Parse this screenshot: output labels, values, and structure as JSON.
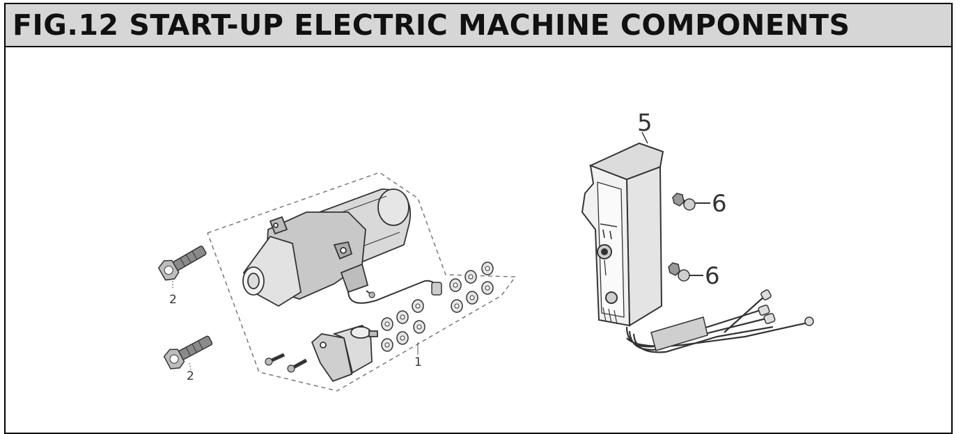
{
  "title": "FIG.12 START-UP ELECTRIC MACHINE COMPONENTS",
  "callouts": {
    "bolt_upper": "2",
    "bolt_lower": "2",
    "starter_assembly": "1",
    "control_box": "5",
    "screw_upper": "6",
    "screw_lower": "6"
  }
}
